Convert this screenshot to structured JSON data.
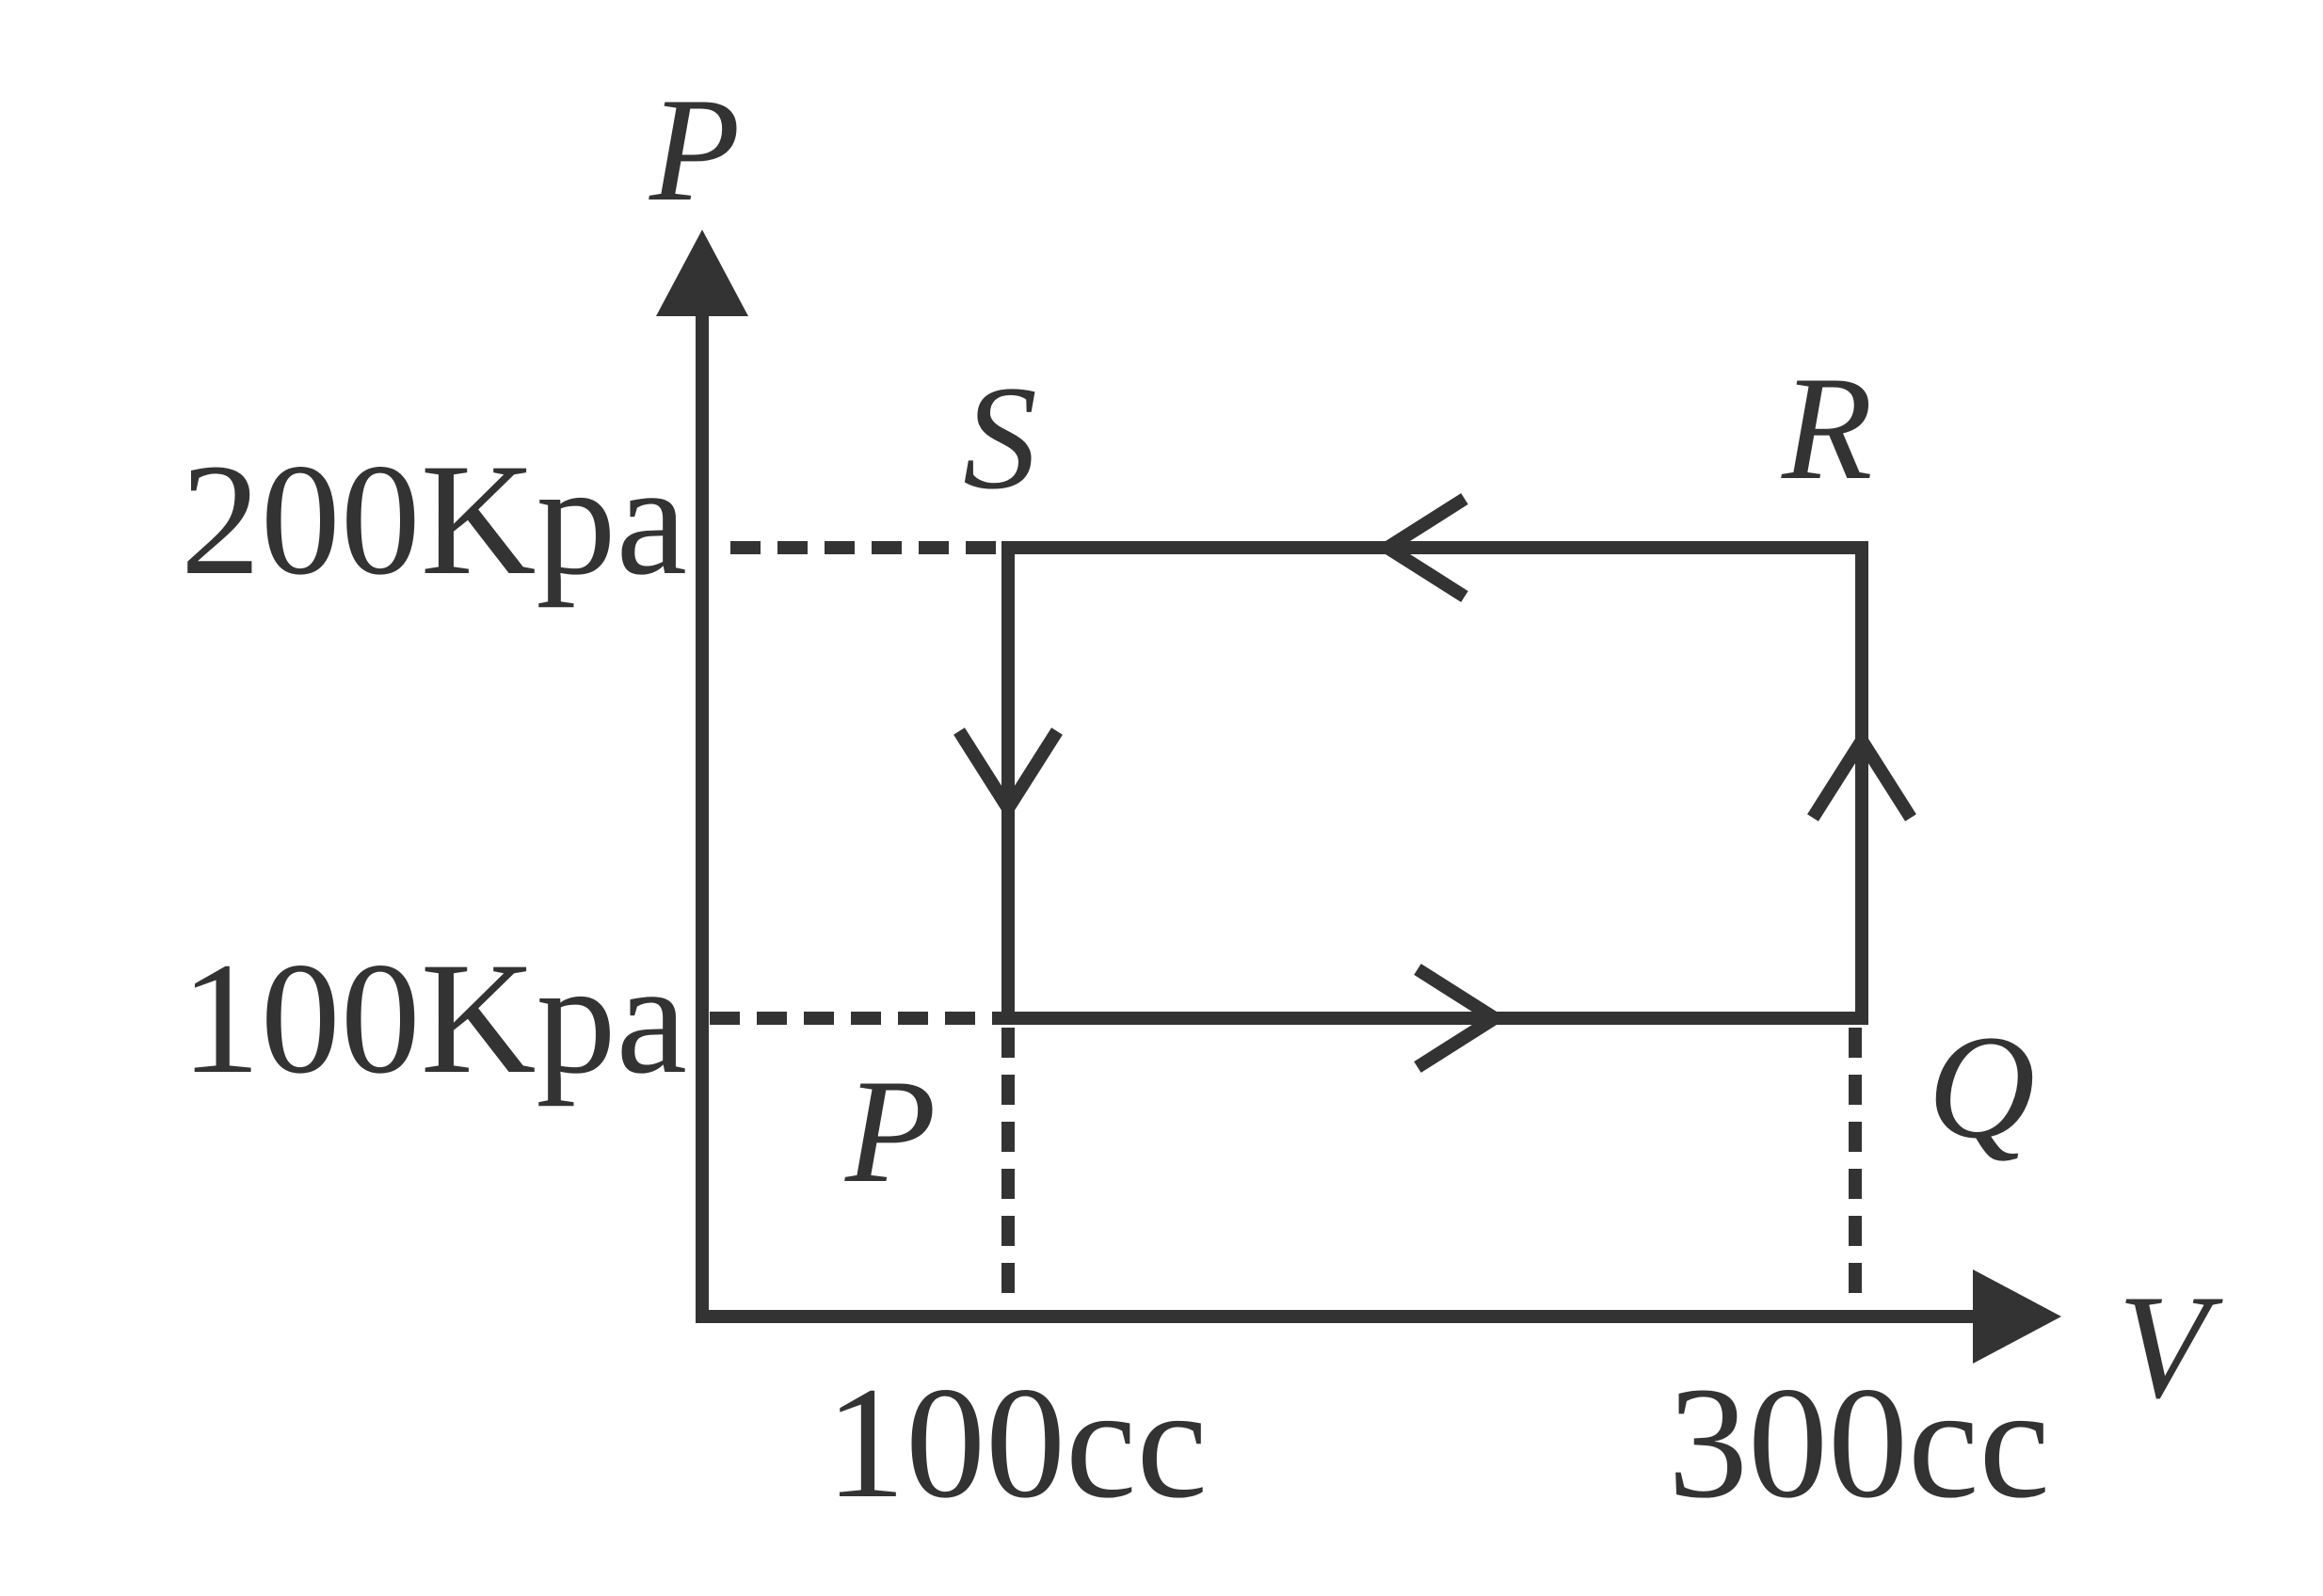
{
  "diagram": {
    "axes": {
      "y_label": "P",
      "x_label": "V"
    },
    "pressure_ticks": {
      "high": "200Kpa",
      "low": "100Kpa"
    },
    "volume_ticks": {
      "low": "100cc",
      "high": "300cc"
    },
    "states": {
      "P": "P",
      "Q": "Q",
      "R": "R",
      "S": "S"
    },
    "cycle_order": [
      "P",
      "Q",
      "R",
      "S"
    ],
    "colors": {
      "ink": "#333333",
      "background": "#ffffff"
    }
  }
}
